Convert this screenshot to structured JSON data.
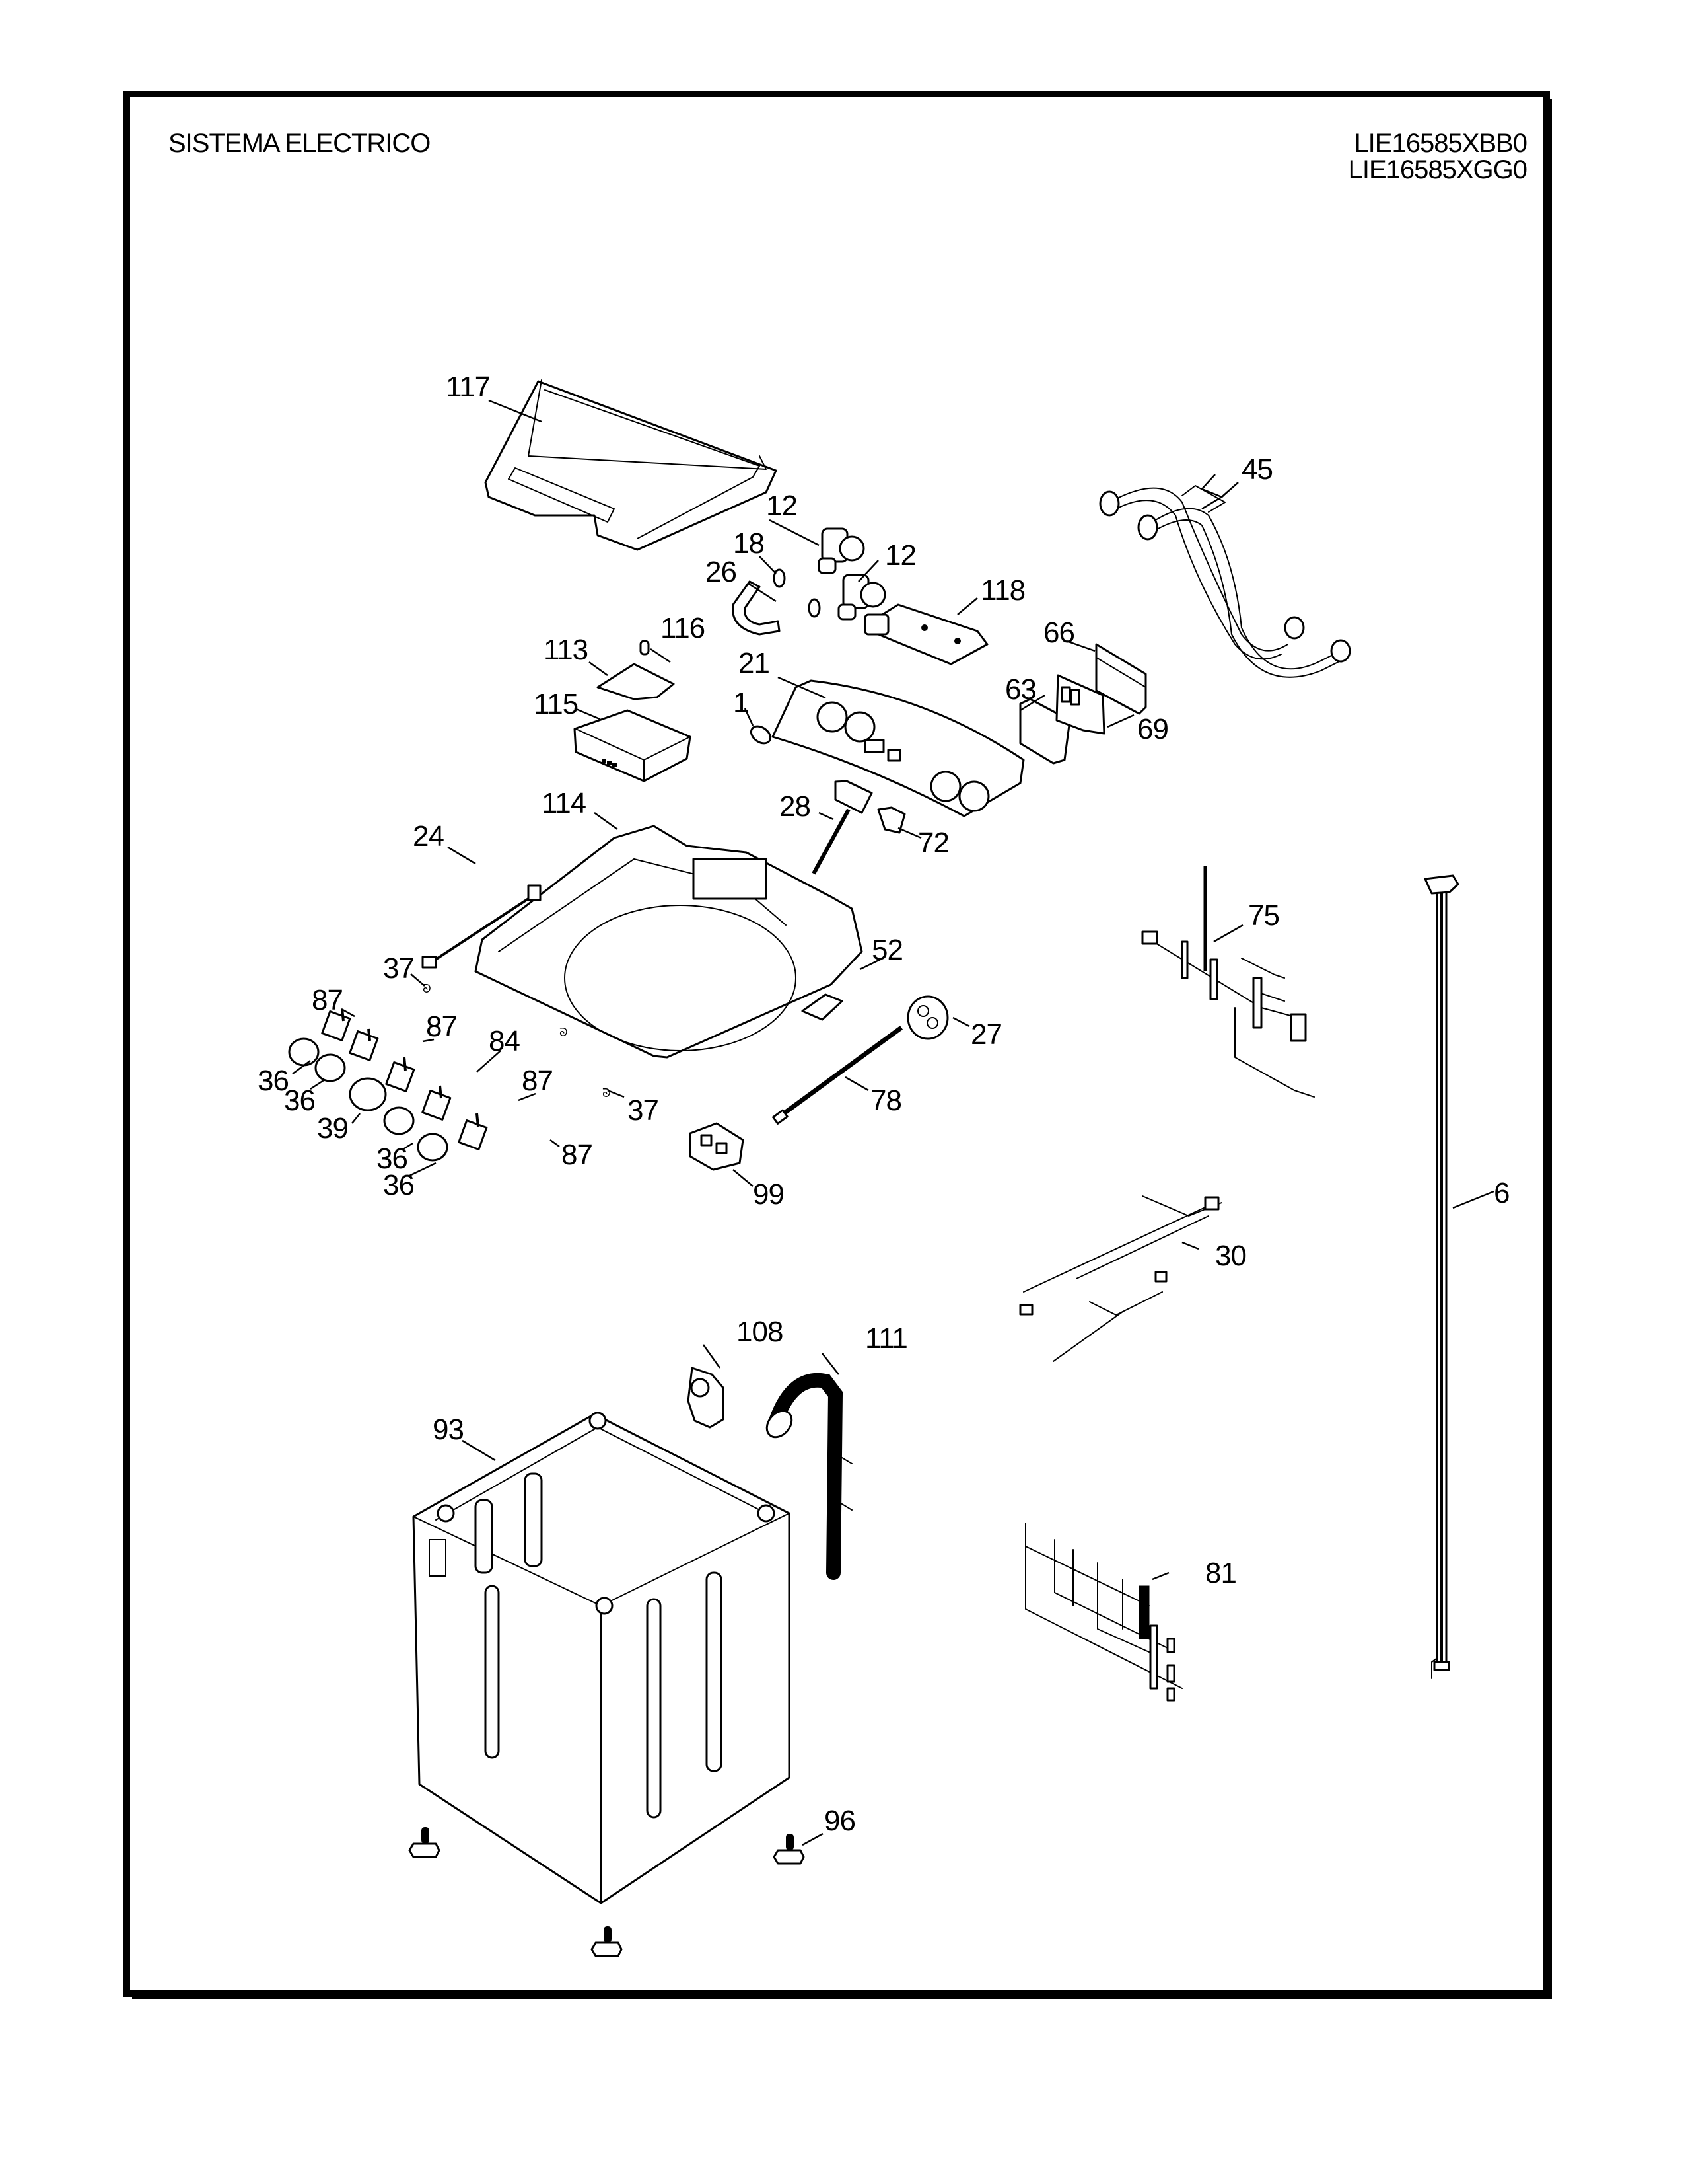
{
  "header": {
    "title": "SISTEMA ELECTRICO",
    "models": [
      "LIE16585XBB0",
      "LIE16585XGG0"
    ]
  },
  "colors": {
    "ink": "#000000",
    "paper": "#ffffff"
  },
  "diagram": {
    "type": "exploded-parts-diagram",
    "callouts": [
      {
        "id": "117",
        "label": "117",
        "part": "top-lid"
      },
      {
        "id": "12a",
        "label": "12",
        "part": "water-inlet-valve"
      },
      {
        "id": "18",
        "label": "18",
        "part": "hose-clamp"
      },
      {
        "id": "12b",
        "label": "12",
        "part": "water-inlet-valve"
      },
      {
        "id": "26",
        "label": "26",
        "part": "valve-hose"
      },
      {
        "id": "118",
        "label": "118",
        "part": "valve-bracket"
      },
      {
        "id": "45",
        "label": "45",
        "part": "inlet-hoses"
      },
      {
        "id": "113",
        "label": "113",
        "part": "dispenser-cup"
      },
      {
        "id": "116",
        "label": "116",
        "part": "siphon-cap"
      },
      {
        "id": "21",
        "label": "21",
        "part": "control-panel"
      },
      {
        "id": "66",
        "label": "66",
        "part": "board-bracket"
      },
      {
        "id": "63",
        "label": "63",
        "part": "board-cover"
      },
      {
        "id": "69",
        "label": "69",
        "part": "control-board"
      },
      {
        "id": "115",
        "label": "115",
        "part": "dispenser-drawer"
      },
      {
        "id": "1",
        "label": "1",
        "part": "logo-badge"
      },
      {
        "id": "28",
        "label": "28",
        "part": "lid-switch"
      },
      {
        "id": "72",
        "label": "72",
        "part": "switch-bracket"
      },
      {
        "id": "114",
        "label": "114",
        "part": "top-cover"
      },
      {
        "id": "24",
        "label": "24",
        "part": "wire-harness-short"
      },
      {
        "id": "75",
        "label": "75",
        "part": "main-wire-harness"
      },
      {
        "id": "37a",
        "label": "37",
        "part": "clip"
      },
      {
        "id": "87a",
        "label": "87",
        "part": "rotary-switch"
      },
      {
        "id": "87b",
        "label": "87",
        "part": "rotary-switch"
      },
      {
        "id": "84",
        "label": "84",
        "part": "selector-switch"
      },
      {
        "id": "52",
        "label": "52",
        "part": "bracket-plate"
      },
      {
        "id": "27",
        "label": "27",
        "part": "pressure-switch"
      },
      {
        "id": "36a",
        "label": "36",
        "part": "knob"
      },
      {
        "id": "36b",
        "label": "36",
        "part": "knob"
      },
      {
        "id": "39",
        "label": "39",
        "part": "large-knob"
      },
      {
        "id": "87c",
        "label": "87",
        "part": "rotary-switch"
      },
      {
        "id": "37b",
        "label": "37",
        "part": "clip"
      },
      {
        "id": "78",
        "label": "78",
        "part": "pressure-tube"
      },
      {
        "id": "87d",
        "label": "87",
        "part": "rotary-switch"
      },
      {
        "id": "36c",
        "label": "36",
        "part": "knob"
      },
      {
        "id": "36d",
        "label": "36",
        "part": "knob"
      },
      {
        "id": "99",
        "label": "99",
        "part": "terminal-block"
      },
      {
        "id": "6",
        "label": "6",
        "part": "power-cord"
      },
      {
        "id": "30",
        "label": "30",
        "part": "motor-harness"
      },
      {
        "id": "108",
        "label": "108",
        "part": "drain-connector"
      },
      {
        "id": "111",
        "label": "111",
        "part": "drain-hose"
      },
      {
        "id": "93",
        "label": "93",
        "part": "cabinet"
      },
      {
        "id": "81",
        "label": "81",
        "part": "lower-harness"
      },
      {
        "id": "96",
        "label": "96",
        "part": "leveling-foot"
      }
    ]
  }
}
